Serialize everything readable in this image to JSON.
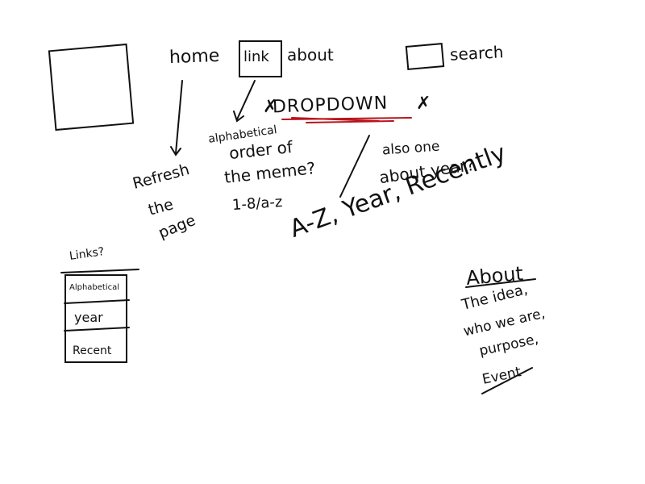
{
  "nav": {
    "home": "home",
    "link": "link",
    "about": "about",
    "search": "search"
  },
  "dropdown": {
    "label": "DROPDOWN"
  },
  "notes": {
    "refresh": [
      "Refresh",
      "the",
      "page"
    ],
    "alpha": [
      "alphabetical",
      "order of",
      "the meme?",
      "1-8/a-z"
    ],
    "year": [
      "also one",
      "about year?"
    ],
    "sort_options": "A-Z, Year, Recently"
  },
  "links_box": {
    "title": "Links?",
    "items": [
      "Alphabetical",
      "year",
      "Recent"
    ]
  },
  "about_section": {
    "title": "About",
    "lines": [
      "The idea,",
      "who we are,",
      "purpose,",
      "Event"
    ]
  },
  "colors": {
    "ink": "#111111",
    "accent_red": "#b8141b"
  }
}
